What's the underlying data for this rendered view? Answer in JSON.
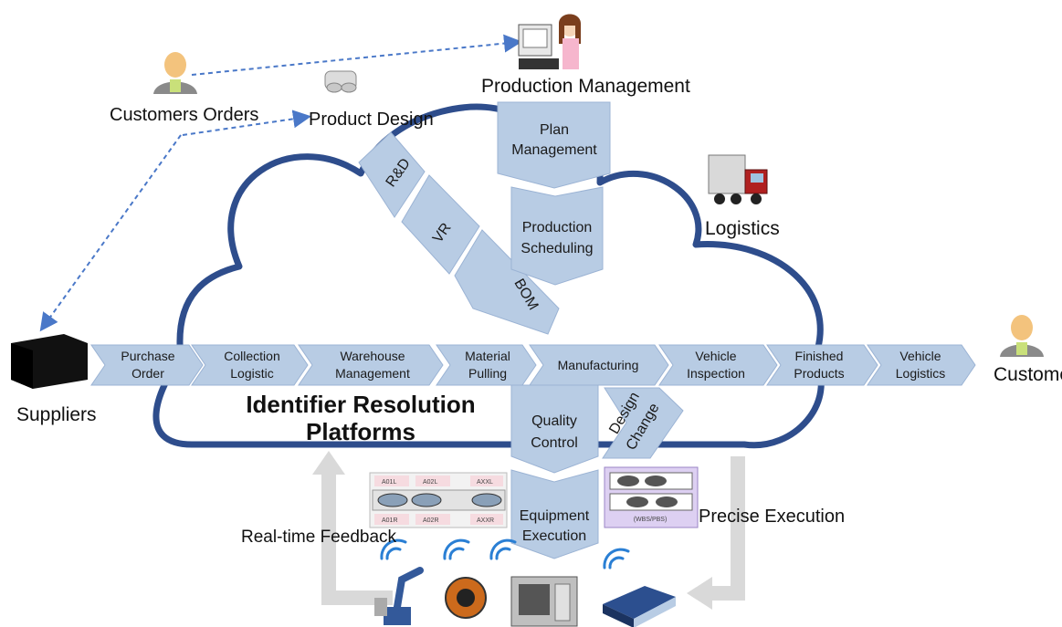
{
  "actors": {
    "customers_orders": "Customers Orders",
    "product_design": "Product Design",
    "production_management": "Production Management",
    "logistics": "Logistics",
    "suppliers": "Suppliers",
    "customers": "Customers"
  },
  "platform_title": [
    "Identifier Resolution",
    "Platforms"
  ],
  "process_chain": [
    [
      "Purchase",
      "Order"
    ],
    [
      "Collection",
      "Logistic"
    ],
    [
      "Warehouse",
      "Management"
    ],
    [
      "Material",
      "Pulling"
    ],
    [
      "Manufacturing"
    ],
    [
      "Vehicle",
      "Inspection"
    ],
    [
      "Finished",
      "Products"
    ],
    [
      "Vehicle",
      "Logistics"
    ]
  ],
  "design_chain": [
    "R&D",
    "VR",
    "BOM"
  ],
  "management_chain": [
    [
      "Plan",
      "Management"
    ],
    [
      "Production",
      "Scheduling"
    ]
  ],
  "control_chain": [
    [
      "Quality",
      "Control"
    ],
    [
      "Equipment",
      "Execution"
    ]
  ],
  "design_change": [
    "Design",
    "Change"
  ],
  "feedback": {
    "realtime": "Real-time Feedback",
    "precise": "Precise Execution"
  },
  "station_panel": {
    "top_codes": [
      "A01L",
      "A02L",
      "AXXL"
    ],
    "bottom_codes": [
      "A01R",
      "A02R",
      "AXXR"
    ]
  },
  "wbs_panel": {
    "caption": "(WBS/PBS)"
  },
  "colors": {
    "cloud_outline": "#2e4d8c",
    "chevron_fill": "#b8cce4",
    "chevron_edge": "#9bb3d4",
    "dashed_link": "#4a78c8",
    "feedback_arrow": "#d9d9d9",
    "panel_purple": "#c9b8e8"
  },
  "icons": [
    "person-icon",
    "car-engine-icon",
    "office-worker-icon",
    "truck-icon",
    "supplier-box-icon",
    "wifi-icon",
    "robot-arm-icon",
    "motor-icon",
    "cnc-machine-icon",
    "agv-icon"
  ]
}
